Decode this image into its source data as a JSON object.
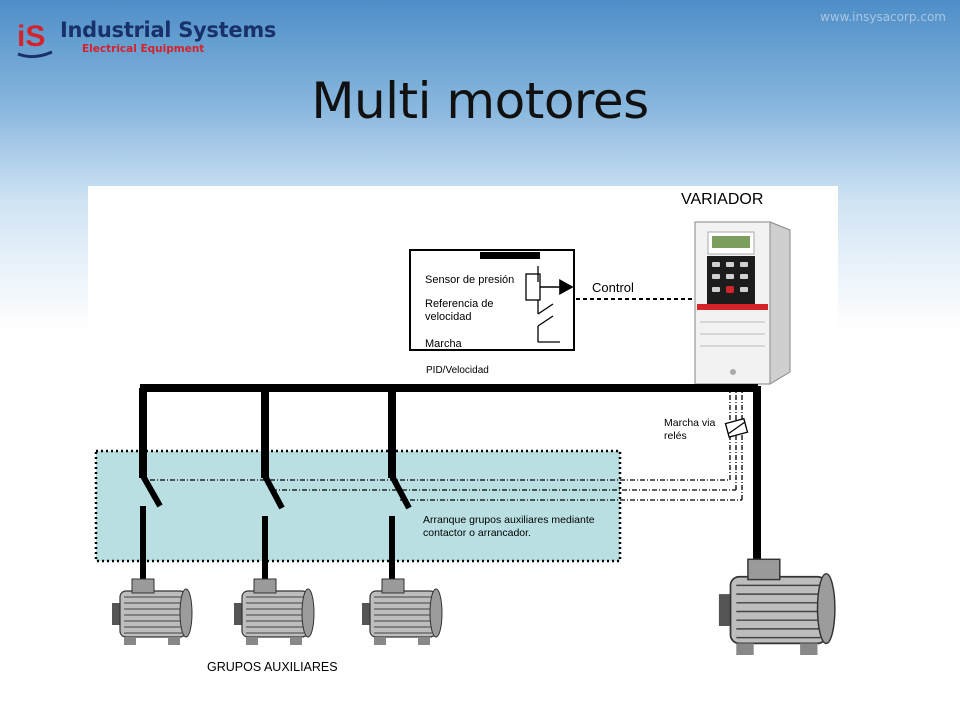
{
  "header": {
    "logo_mark": "iS",
    "company": "Industrial Systems",
    "company_sub": "Electrical Equipment",
    "website": "www.insysacorp.com"
  },
  "slide": {
    "title": "Multi motores"
  },
  "diagram": {
    "drive_title": "VARIADOR",
    "control_label": "Control",
    "control_box": {
      "sensor": "Sensor de presión",
      "reference_line1": "Referencia de",
      "reference_line2": "velocidad",
      "run": "Marcha",
      "caption": "PID/Velocidad"
    },
    "relay_label_line1": "Marcha via",
    "relay_label_line2": "relés",
    "starter_note_line1": "Arranque grupos auxiliares mediante",
    "starter_note_line2": "contactor o arrancador.",
    "groups_label": "GRUPOS AUXILIARES"
  },
  "colors": {
    "company": "#18316b",
    "accent": "#d5232a",
    "zone_fill": "#b9dfe3",
    "bus": "#000000"
  }
}
